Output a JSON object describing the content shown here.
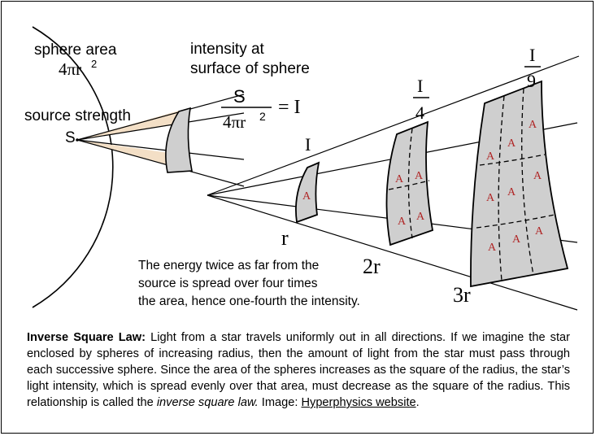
{
  "diagram": {
    "sphere_area_label": "sphere area",
    "sphere_area_formula": "4πr",
    "intensity_label_line1": "intensity at",
    "intensity_label_line2": "surface of sphere",
    "source_strength_label": "source strength",
    "source_symbol": "S",
    "fraction_numerator": "S",
    "fraction_denominator": "4πr",
    "exponent": "2",
    "equals_I": "= I",
    "intensity_1": "I",
    "intensity_4_num": "I",
    "intensity_4_den": "4",
    "intensity_9_num": "I",
    "intensity_9_den": "9",
    "area_letter": "A",
    "radius_1": "r",
    "radius_2": "2r",
    "radius_3": "3r",
    "note_line1": "The energy twice as far from the",
    "note_line2": "source is spread over four times",
    "note_line3": "the area, hence one-fourth the intensity."
  },
  "caption": {
    "title": "Inverse Square Law:",
    "text1": " Light from a star travels uniformly out in all directions. If we imagine the star enclosed by spheres of increasing radius, then the amount of light from the star must pass through each successive sphere. Since the area of the spheres increases as the square of the radius, the star’s light intensity, which is spread evenly over that area, must decrease as the square of the radius. This relationship is called the ",
    "term": "inverse square law.",
    "text2": " Image: ",
    "link": "Hyperphysics website",
    "end": "."
  },
  "colors": {
    "surface_fill": "#cfcfcf",
    "beam_fill": "#f3dfc6",
    "area_letter": "#b02626",
    "line": "#000000"
  }
}
